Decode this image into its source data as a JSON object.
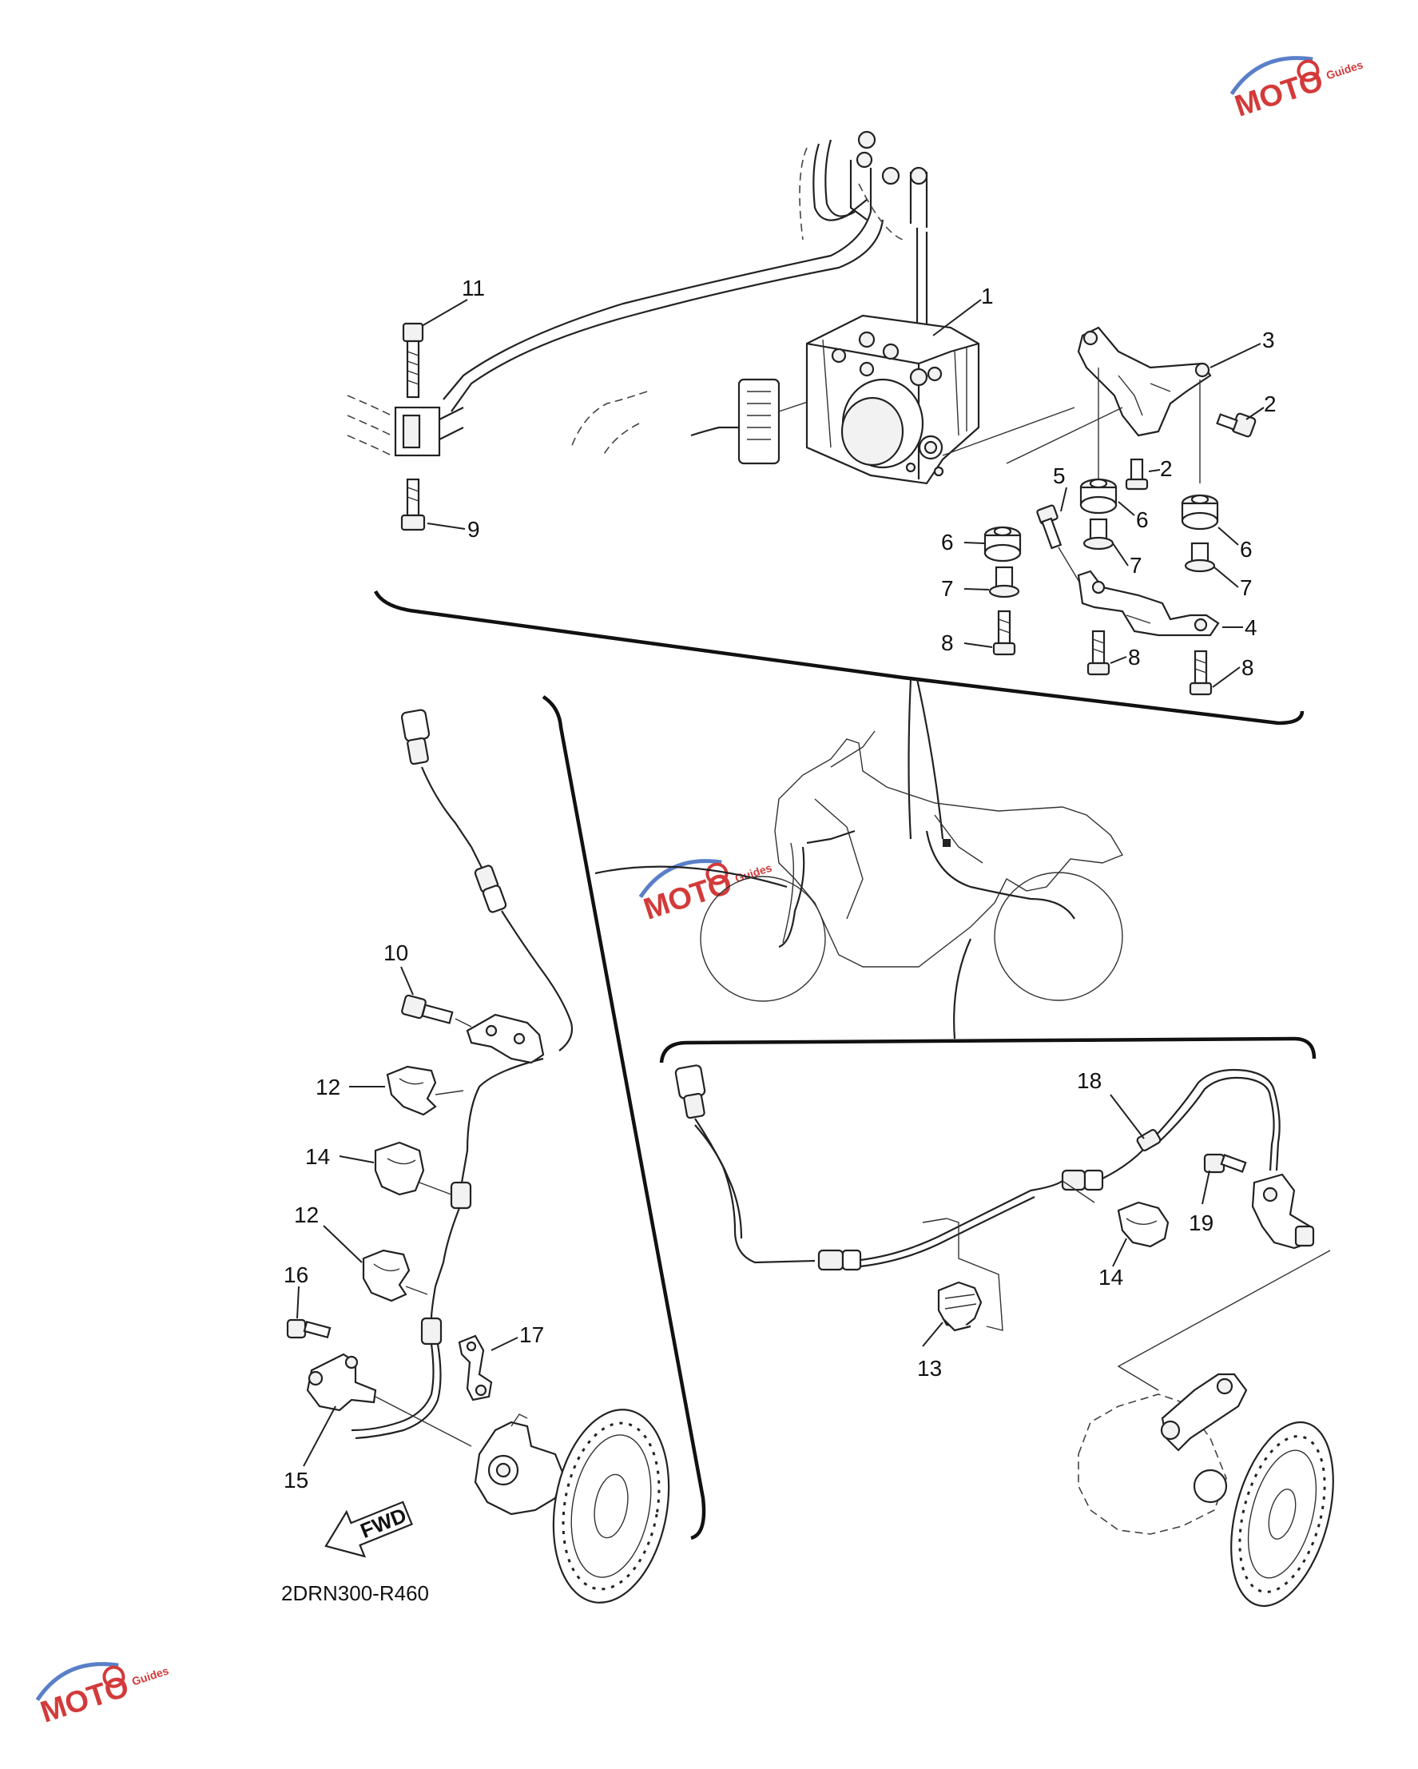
{
  "diagram_code": "2DRN300-R460",
  "direction_label": "FWD",
  "watermark": {
    "brand": "MOTO",
    "sub": "Guides",
    "color_red": "#d33a3a",
    "color_blue": "#5a7fc8"
  },
  "callouts": {
    "c1": "1",
    "c2a": "2",
    "c2b": "2",
    "c3": "3",
    "c4": "4",
    "c5": "5",
    "c6a": "6",
    "c6b": "6",
    "c6c": "6",
    "c7a": "7",
    "c7b": "7",
    "c7c": "7",
    "c8a": "8",
    "c8b": "8",
    "c8c": "8",
    "c9": "9",
    "c10": "10",
    "c11": "11",
    "c12a": "12",
    "c12b": "12",
    "c13": "13",
    "c14a": "14",
    "c14b": "14",
    "c15": "15",
    "c16": "16",
    "c17": "17",
    "c18": "18",
    "c19": "19"
  }
}
